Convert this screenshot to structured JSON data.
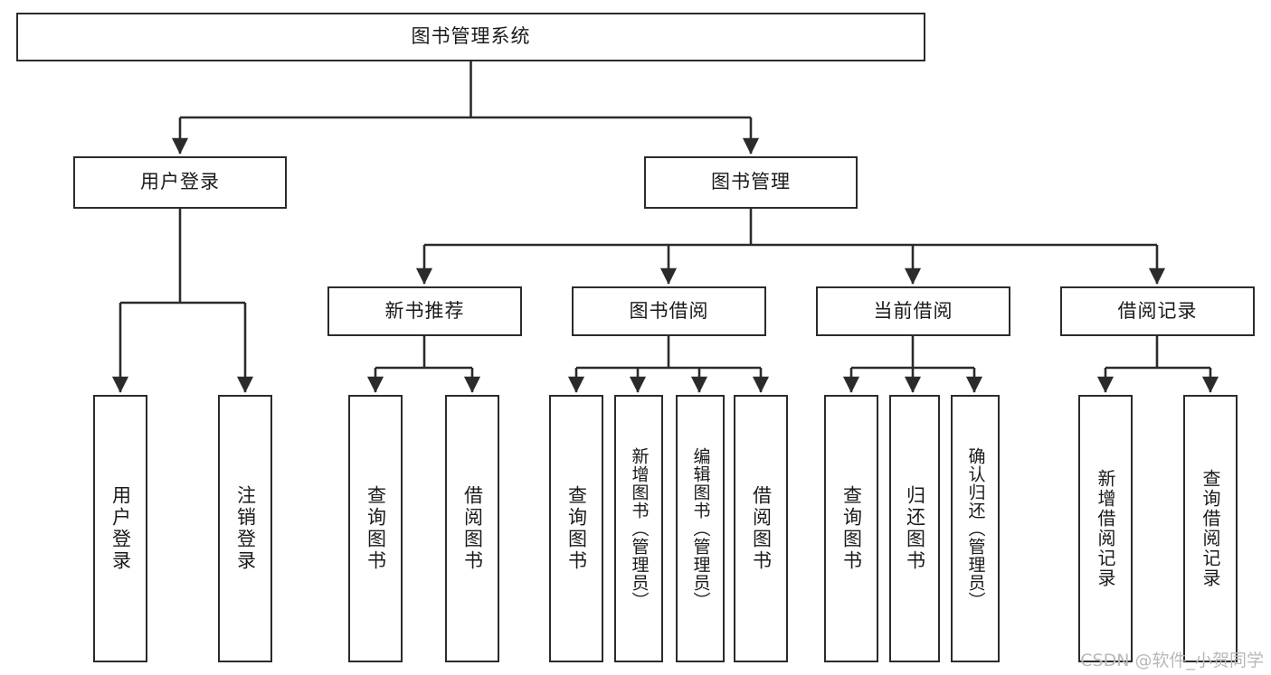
{
  "diagram": {
    "type": "tree-hierarchy",
    "title": "图书管理系统",
    "background_color": "#ffffff",
    "line_color": "#2b2b2b",
    "text_color": "#1a1a1a",
    "levels": [
      {
        "level": 1,
        "nodes": [
          {
            "id": "root",
            "label": "图书管理系统",
            "orientation": "horizontal"
          }
        ]
      },
      {
        "level": 2,
        "nodes": [
          {
            "id": "user-login",
            "label": "用户登录",
            "orientation": "horizontal",
            "parent": "root"
          },
          {
            "id": "book-manage",
            "label": "图书管理",
            "orientation": "horizontal",
            "parent": "root"
          }
        ]
      },
      {
        "level": 3,
        "nodes": [
          {
            "id": "new-book-rec",
            "label": "新书推荐",
            "orientation": "horizontal",
            "parent": "book-manage"
          },
          {
            "id": "book-borrow",
            "label": "图书借阅",
            "orientation": "horizontal",
            "parent": "book-manage"
          },
          {
            "id": "current-borrow",
            "label": "当前借阅",
            "orientation": "horizontal",
            "parent": "book-manage"
          },
          {
            "id": "borrow-record",
            "label": "借阅记录",
            "orientation": "horizontal",
            "parent": "book-manage"
          }
        ]
      },
      {
        "level": 4,
        "nodes": [
          {
            "id": "leaf-user-login",
            "label": "用户登录",
            "orientation": "vertical",
            "parent": "user-login"
          },
          {
            "id": "leaf-user-logout",
            "label": "注销登录",
            "orientation": "vertical",
            "parent": "user-login"
          },
          {
            "id": "leaf-query-book-1",
            "label": "查询图书",
            "orientation": "vertical",
            "parent": "new-book-rec"
          },
          {
            "id": "leaf-borrow-book-1",
            "label": "借阅图书",
            "orientation": "vertical",
            "parent": "new-book-rec"
          },
          {
            "id": "leaf-query-book-2",
            "label": "查询图书",
            "orientation": "vertical",
            "parent": "book-borrow"
          },
          {
            "id": "leaf-add-book",
            "label": "新增图书（管理员）",
            "orientation": "vertical",
            "parent": "book-borrow"
          },
          {
            "id": "leaf-edit-book",
            "label": "编辑图书（管理员）",
            "orientation": "vertical",
            "parent": "book-borrow"
          },
          {
            "id": "leaf-borrow-book-2",
            "label": "借阅图书",
            "orientation": "vertical",
            "parent": "book-borrow"
          },
          {
            "id": "leaf-query-book-3",
            "label": "查询图书",
            "orientation": "vertical",
            "parent": "current-borrow"
          },
          {
            "id": "leaf-return-book",
            "label": "归还图书",
            "orientation": "vertical",
            "parent": "current-borrow"
          },
          {
            "id": "leaf-confirm-return",
            "label": "确认归还（管理员）",
            "orientation": "vertical",
            "parent": "current-borrow"
          },
          {
            "id": "leaf-add-record",
            "label": "新增借阅记录",
            "orientation": "vertical",
            "parent": "borrow-record"
          },
          {
            "id": "leaf-query-record",
            "label": "查询借阅记录",
            "orientation": "vertical",
            "parent": "borrow-record"
          }
        ]
      }
    ]
  },
  "watermark": {
    "text": "CSDN @软件_小贺同学",
    "color": "#b9b9b9"
  }
}
